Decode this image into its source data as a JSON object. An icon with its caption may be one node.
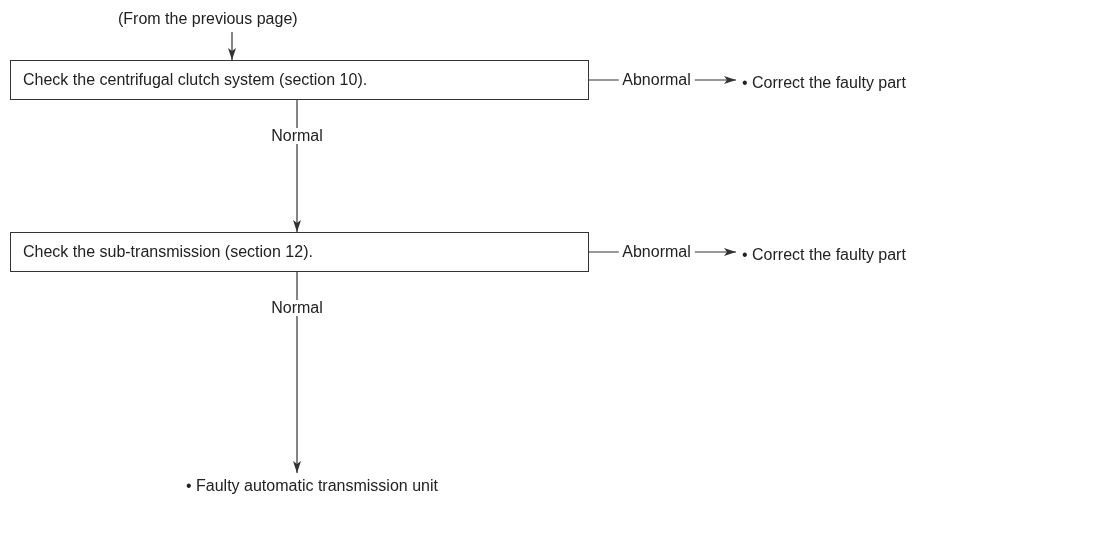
{
  "diagram": {
    "nodes": [
      {
        "text": [
          "(From the previous page)"
        ]
      },
      {
        "text": [
          "Check the centrifugal clutch system (section 10)."
        ]
      },
      {
        "text": [
          "• Correct the faulty part"
        ]
      },
      {
        "text": [
          "Check the sub-transmission (section 12)."
        ]
      },
      {
        "text": [
          "• Correct the faulty part"
        ]
      },
      {
        "text": [
          "• Faulty automatic transmission unit"
        ]
      }
    ],
    "edges": [
      {
        "from": 0,
        "to": 1,
        "arrow": "to"
      },
      {
        "from": 1,
        "to": 2,
        "arrow": "to",
        "label": "Abnormal"
      },
      {
        "from": 1,
        "to": 3,
        "arrow": "to",
        "label": "Normal"
      },
      {
        "from": 3,
        "to": 4,
        "arrow": "to",
        "label": "Abnormal"
      },
      {
        "from": 3,
        "to": 5,
        "arrow": "to",
        "label": "Normal"
      }
    ]
  }
}
